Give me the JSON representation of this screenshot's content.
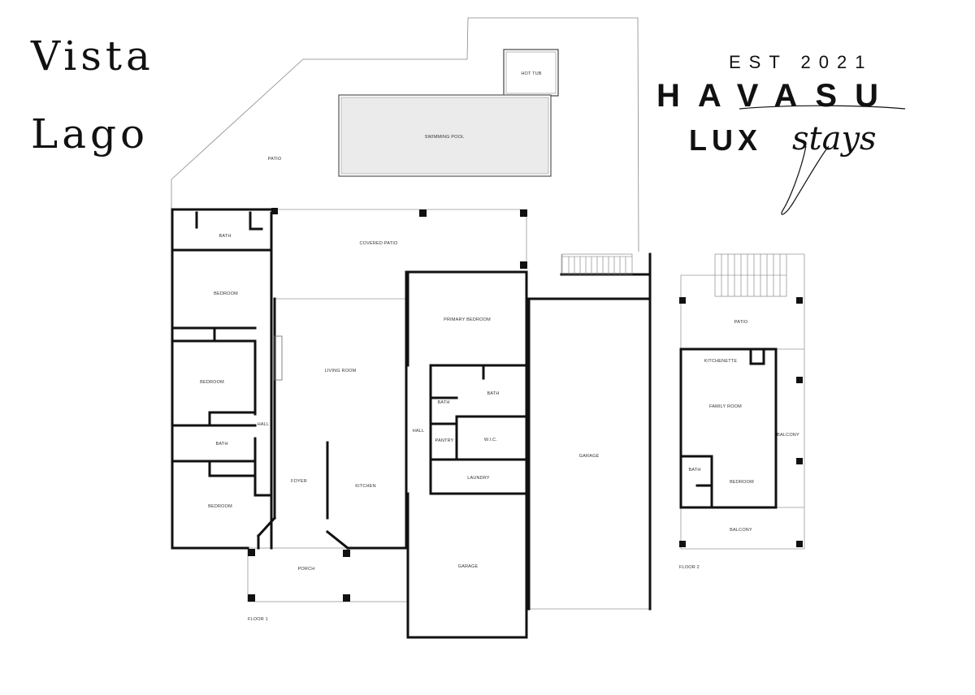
{
  "title": {
    "line1": "Vista",
    "line2": "Lago"
  },
  "brand": {
    "est": "EST 2021",
    "name": "HAVASU",
    "lux": "LUX",
    "script": "stays"
  },
  "floor1": {
    "label": "FLOOR 1",
    "rooms": {
      "hot_tub": "HOT TUB",
      "swimming_pool": "SWIMMING POOL",
      "patio": "PATIO",
      "bath_top": "BATH",
      "covered_patio": "COVERED PATIO",
      "bedroom_1": "BEDROOM",
      "bedroom_2": "BEDROOM",
      "bedroom_3": "BEDROOM",
      "living_room": "LIVING ROOM",
      "primary_bedroom": "PRIMARY BEDROOM",
      "bath_small": "BATH",
      "bath_primary": "BATH",
      "hall_left": "HALL",
      "hall_mid": "HALL",
      "bath_mid": "BATH",
      "pantry": "PANTRY",
      "wic": "W.I.C.",
      "laundry": "LAUNDRY",
      "foyer": "FOYER",
      "kitchen": "KITCHEN",
      "garage_big": "GARAGE",
      "garage_small": "GARAGE",
      "porch": "PORCH"
    }
  },
  "floor2": {
    "label": "FLOOR 2",
    "rooms": {
      "patio": "PATIO",
      "kitchenette": "KITCHENETTE",
      "family_room": "FAMILY ROOM",
      "balcony_side": "BALCONY",
      "bath": "BATH",
      "bedroom": "BEDROOM",
      "balcony_bottom": "BALCONY"
    }
  }
}
